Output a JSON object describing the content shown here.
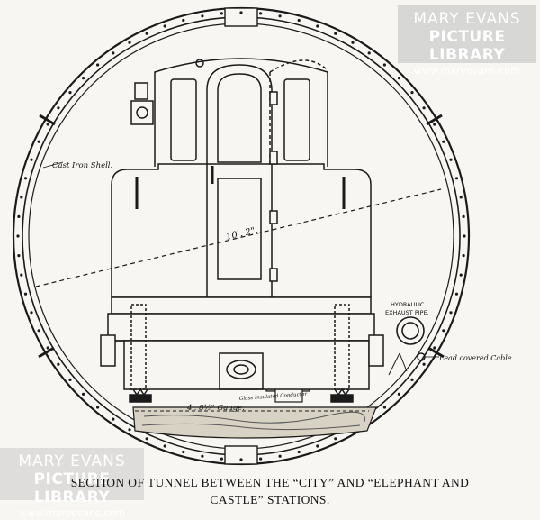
{
  "watermark": {
    "line1": "MARY EVANS",
    "line2": "PICTURE LIBRARY",
    "url": "www.maryevans.com"
  },
  "labels": {
    "shell": "Cast Iron Shell.",
    "width": "10'. 2\".",
    "exhaust_1": "HYDRAULIC",
    "exhaust_2": "EXHAUST PIPE.",
    "cable": "Lead covered Cable.",
    "gauge": "4'. 8½\" Gauge.",
    "conductor": "Glass Insulated Conductor"
  },
  "caption": {
    "line1": "SECTION OF TUNNEL BETWEEN THE “CITY” AND “ELEPHANT AND",
    "line2": "CASTLE” STATIONS."
  },
  "colors": {
    "ink": "#1a1a1a",
    "paper": "#f7f6f3"
  }
}
